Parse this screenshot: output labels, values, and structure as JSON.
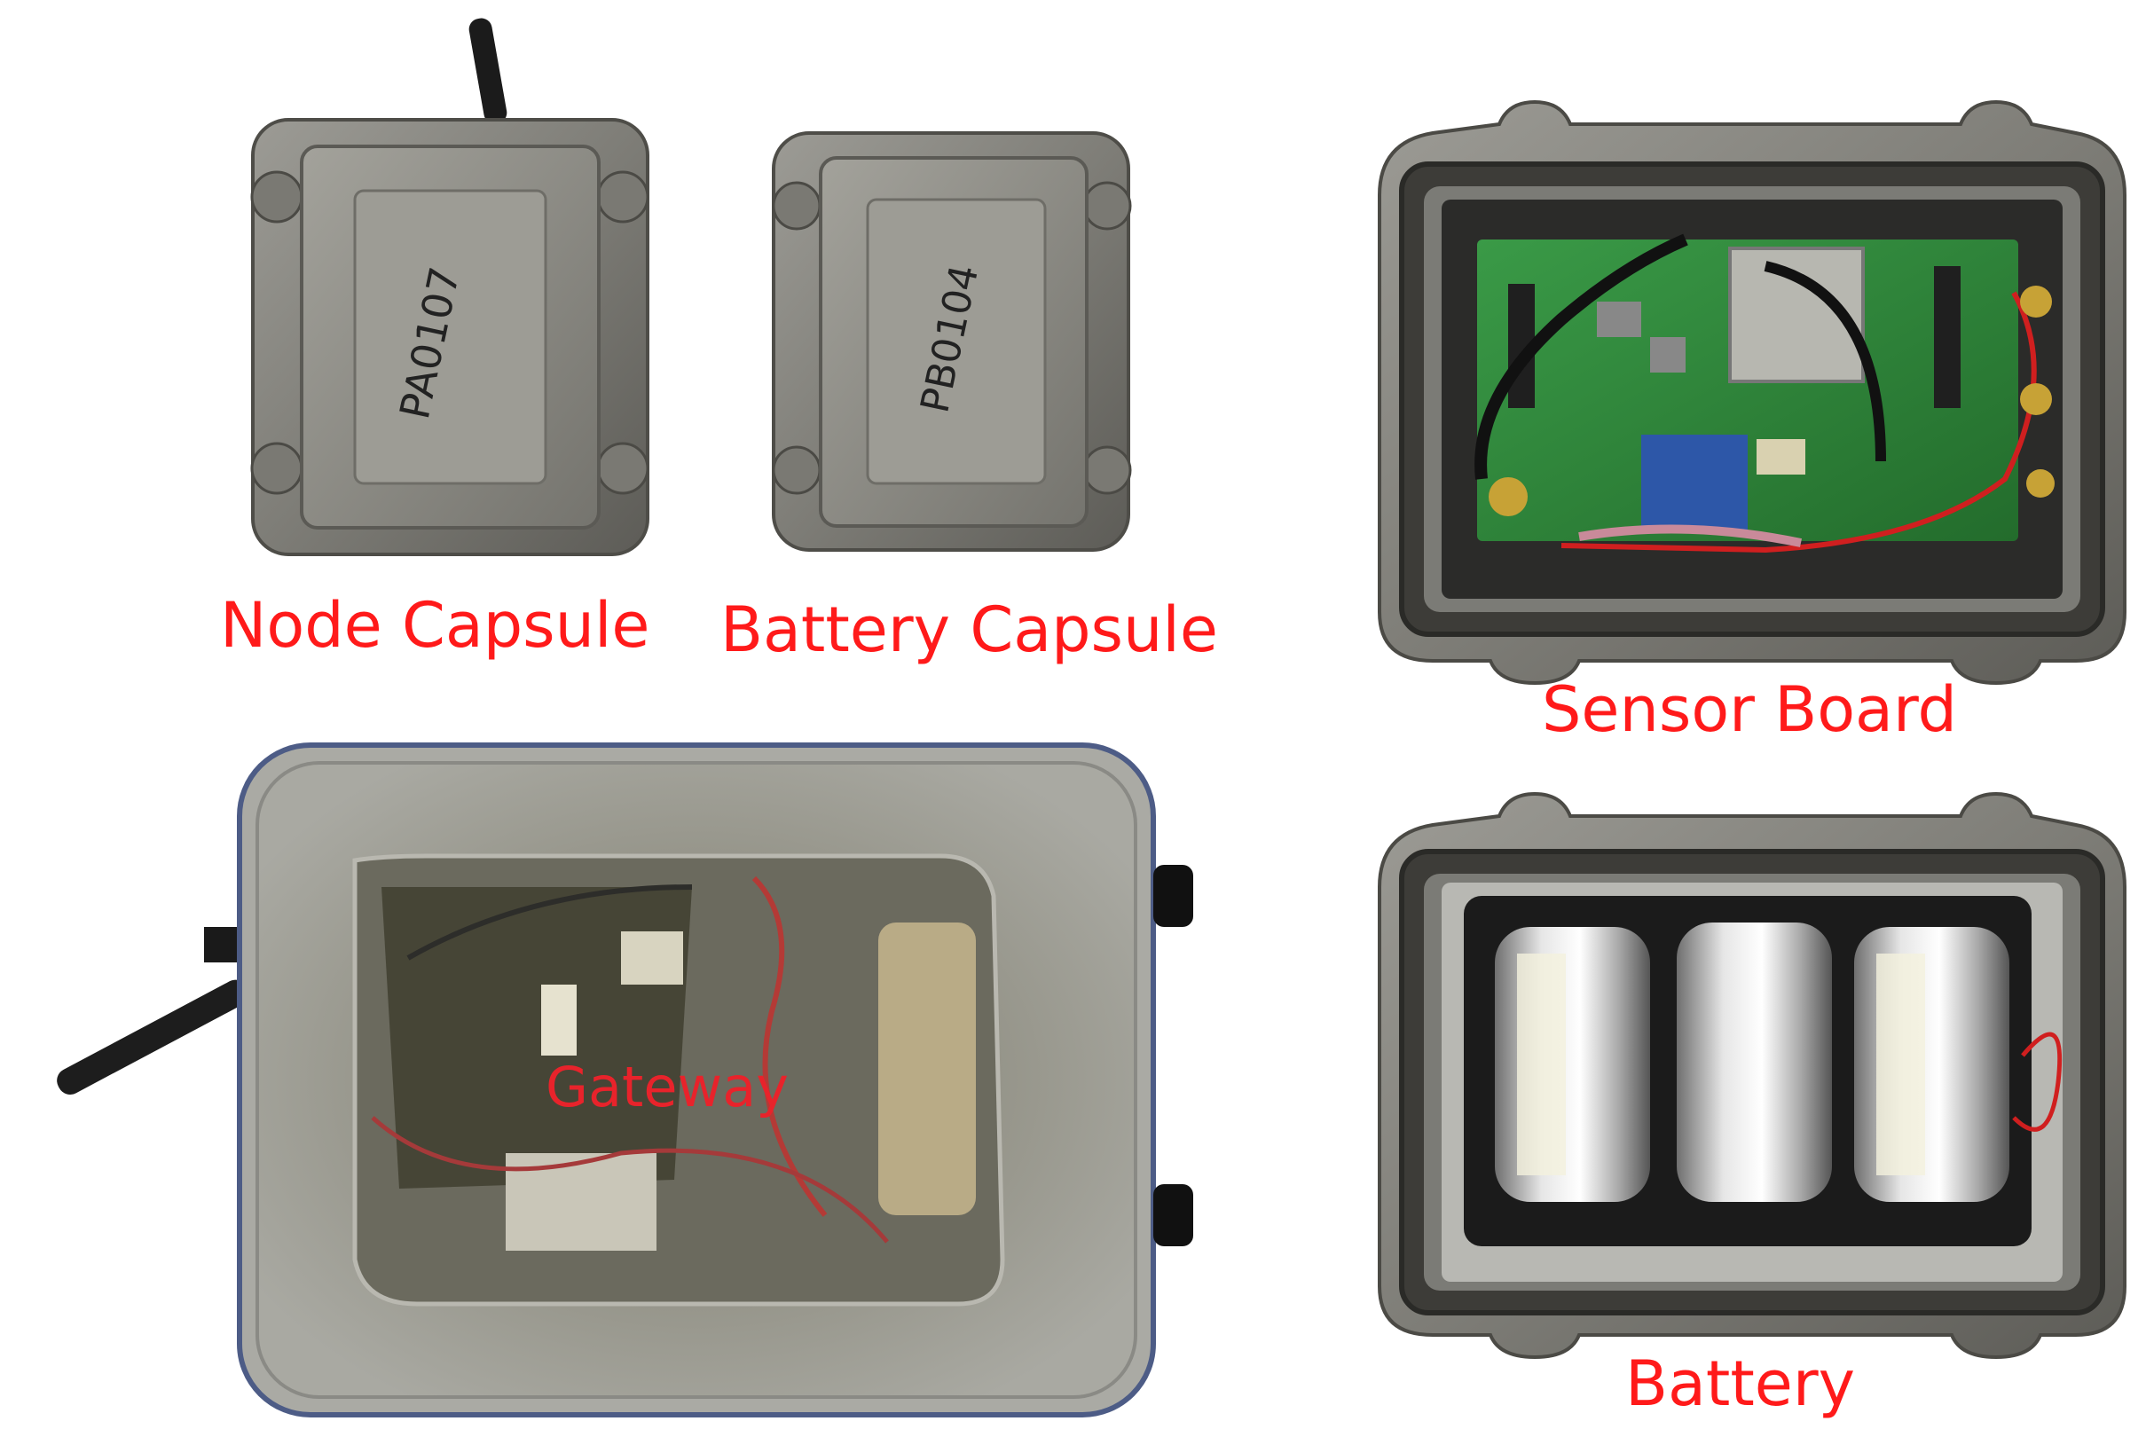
{
  "labels": {
    "node_capsule": "Node Capsule",
    "battery_capsule": "Battery Capsule",
    "sensor_board": "Sensor Board",
    "gateway": "Gateway",
    "battery": "Battery"
  },
  "markings": {
    "node_capsule_id": "PA0107",
    "battery_capsule_id": "PB0104"
  },
  "colors": {
    "label": "#ff1a1a",
    "enclosure_metal": "#8a8a84",
    "pcb_green": "#2f8a3a",
    "gateway_plastic": "#9a9a90"
  }
}
